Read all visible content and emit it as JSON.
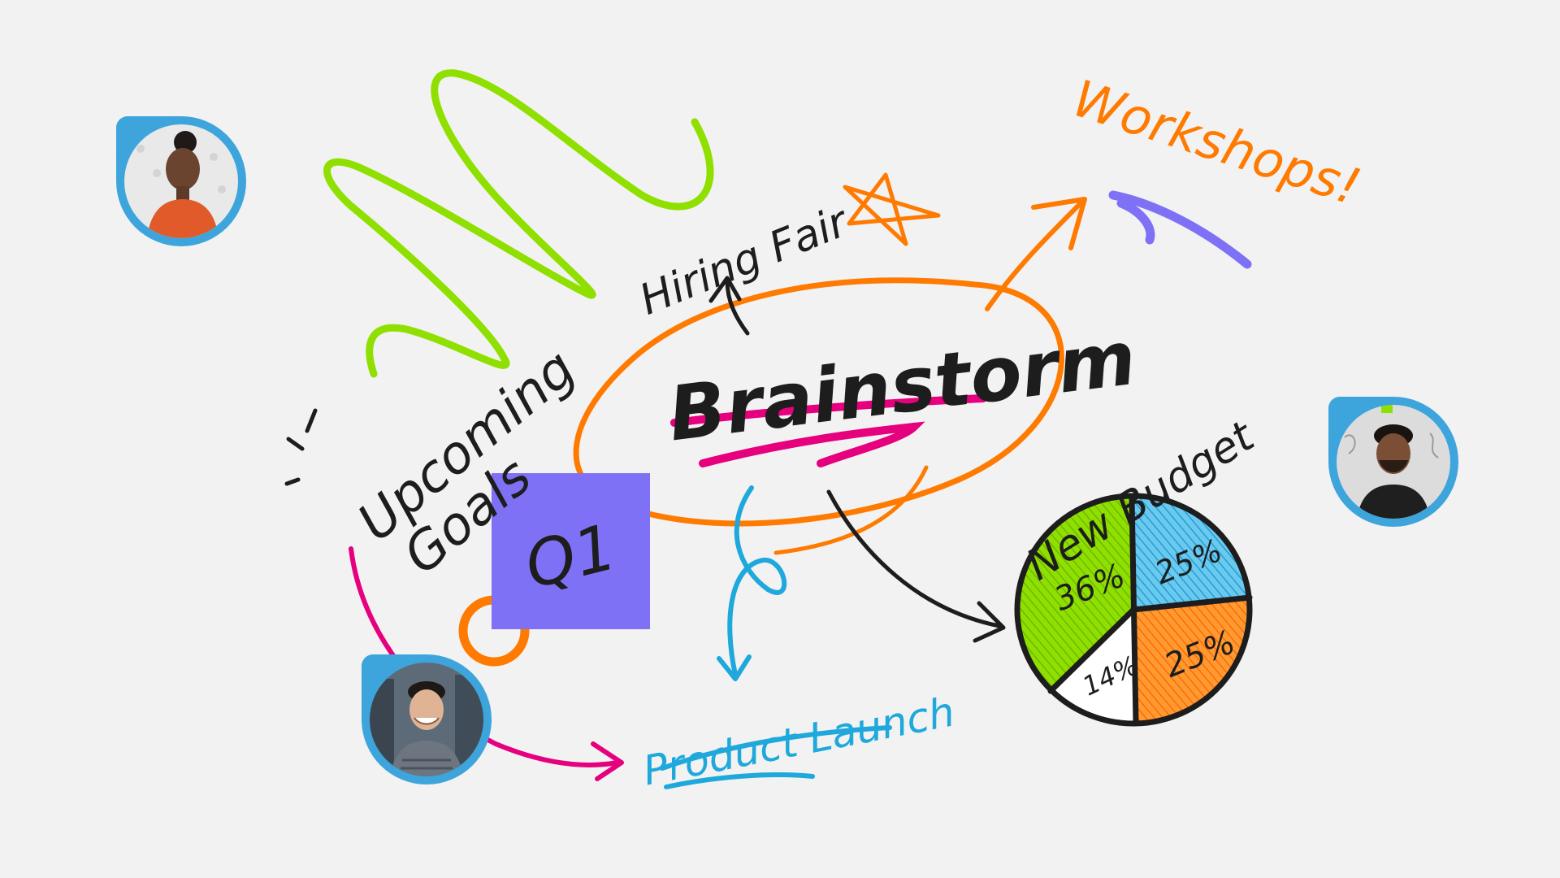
{
  "board": {
    "center_label": "Brainstorm",
    "labels": {
      "hiring_fair": "Hiring Fair",
      "workshops": "Workshops!",
      "upcoming_goals_line1": "Upcoming",
      "upcoming_goals_line2": "Goals",
      "new_budget": "New Budget",
      "product_launch": "Product Launch",
      "sticky_note": "Q1"
    },
    "pie_chart": {
      "slices": [
        {
          "label": "36%",
          "value": 36,
          "color": "#8fe000"
        },
        {
          "label": "25%",
          "value": 25,
          "color": "#35aee0"
        },
        {
          "label": "25%",
          "value": 25,
          "color": "#ff7a00"
        },
        {
          "label": "14%",
          "value": 14,
          "color": "#ffffff"
        }
      ]
    },
    "avatars": [
      {
        "name": "avatar-woman",
        "icon": "person-avatar-icon"
      },
      {
        "name": "avatar-man-beard",
        "icon": "person-avatar-icon"
      },
      {
        "name": "avatar-man-smiling",
        "icon": "person-avatar-icon"
      }
    ],
    "colors": {
      "background": "#f2f2f2",
      "orange": "#ff7a00",
      "green": "#8fe000",
      "pink": "#e6007e",
      "blue": "#1fa8dc",
      "purple": "#7f71f5",
      "ink": "#1d1d1d",
      "avatar_ring": "#3da5dc"
    }
  }
}
